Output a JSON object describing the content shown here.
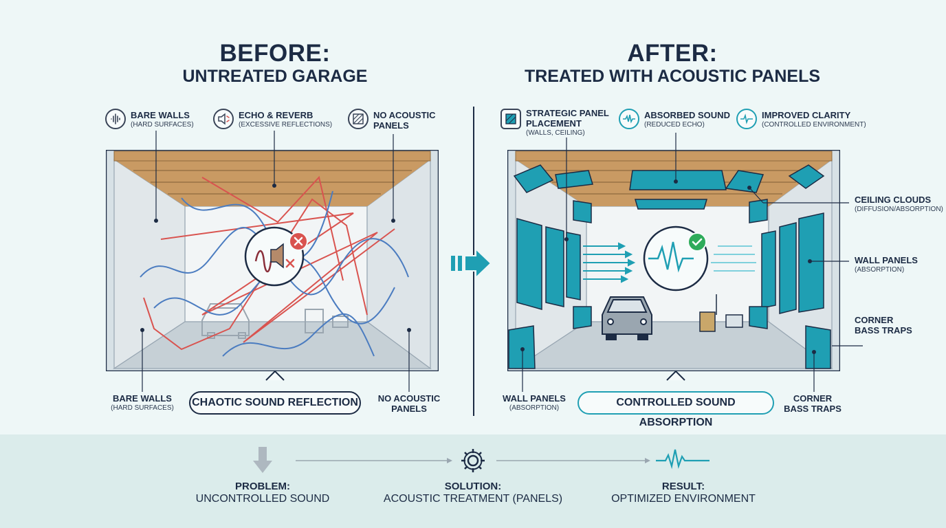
{
  "before": {
    "title": "BEFORE:",
    "subtitle": "UNTREATED GARAGE",
    "top_labels": [
      {
        "title": "BARE WALLS",
        "sub": "(HARD SURFACES)"
      },
      {
        "title": "ECHO & REVERB",
        "sub": "(EXCESSIVE REFLECTIONS)"
      },
      {
        "title": "NO ACOUSTIC",
        "title2": "PANELS"
      }
    ],
    "bottom_left": {
      "title": "BARE WALLS",
      "sub": "(HARD SURFACES)"
    },
    "bottom_right": {
      "title": "NO ACOUSTIC",
      "title2": "PANELS"
    },
    "pill": "CHAOTIC SOUND REFLECTION"
  },
  "after": {
    "title": "AFTER:",
    "subtitle": "TREATED WITH ACOUSTIC PANELS",
    "top_labels": [
      {
        "title": "STRATEGIC PANEL",
        "title2": "PLACEMENT",
        "sub": "(WALLS, CEILING)"
      },
      {
        "title": "ABSORBED SOUND",
        "sub": "(REDUCED ECHO)"
      },
      {
        "title": "IMPROVED CLARITY",
        "sub": "(CONTROLLED ENVIRONMENT)"
      }
    ],
    "right_labels": [
      {
        "title": "CEILING CLOUDS",
        "sub": "(DIFFUSION/ABSORPTION)"
      },
      {
        "title": "WALL PANELS",
        "sub": "(ABSORPTION)"
      },
      {
        "title": "CORNER",
        "title2": "BASS TRAPS"
      }
    ],
    "bottom_left": {
      "title": "WALL PANELS",
      "sub": "(ABSORPTION)"
    },
    "bottom_right": {
      "title": "CORNER",
      "title2": "BASS TRAPS"
    },
    "pill": "CONTROLLED SOUND ABSORPTION"
  },
  "footer": [
    {
      "title": "PROBLEM:",
      "sub": "UNCONTROLLED SOUND"
    },
    {
      "title": "SOLUTION:",
      "sub": "ACOUSTIC TREATMENT (PANELS)"
    },
    {
      "title": "RESULT:",
      "sub": "OPTIMIZED ENVIRONMENT"
    }
  ],
  "colors": {
    "navy": "#1c2b44",
    "teal": "#1f9fb3",
    "red": "#d9534f",
    "blue": "#4b7cc0",
    "wood": "#c99a63",
    "green": "#2eab5a"
  }
}
